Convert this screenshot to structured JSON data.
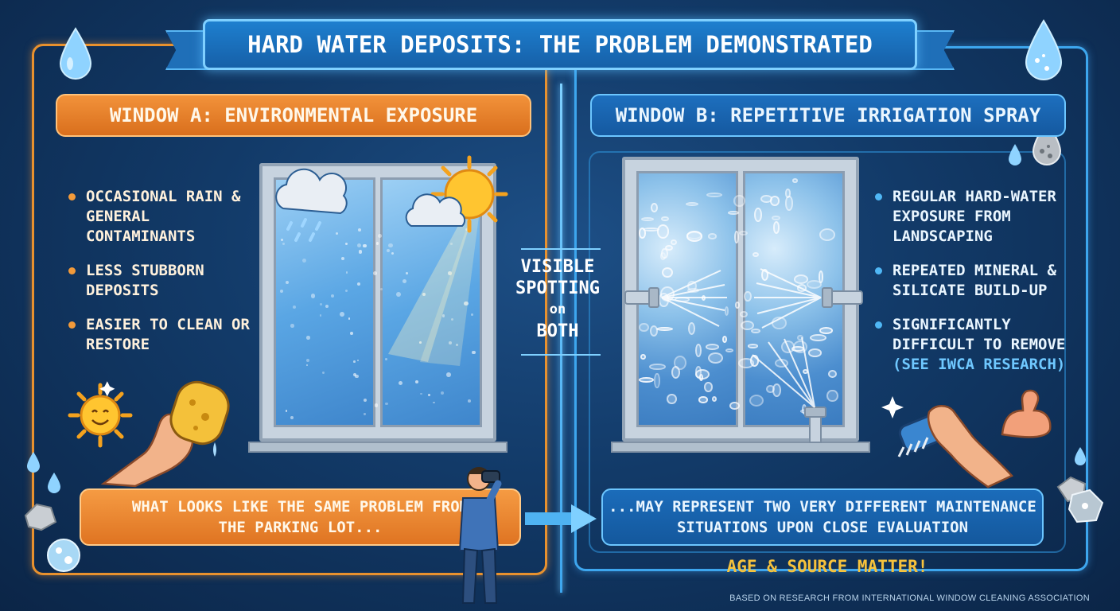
{
  "title": "HARD WATER DEPOSITS: THE PROBLEM DEMONSTRATED",
  "window_a": {
    "header": "WINDOW A: ENVIRONMENTAL EXPOSURE",
    "bullets": [
      "OCCASIONAL RAIN & GENERAL CONTAMINANTS",
      "LESS STUBBORN DEPOSITS",
      "EASIER TO CLEAN OR RESTORE"
    ],
    "banner": "WHAT LOOKS LIKE THE SAME PROBLEM FROM THE PARKING LOT..."
  },
  "window_b": {
    "header": "WINDOW B: REPETITIVE IRRIGATION SPRAY",
    "bullets": [
      "REGULAR HARD-WATER EXPOSURE FROM LANDSCAPING",
      "REPEATED MINERAL & SILICATE BUILD-UP",
      "SIGNIFICANTLY DIFFICULT TO REMOVE"
    ],
    "bullet_note": "(SEE IWCA RESEARCH)",
    "banner": "...MAY REPRESENT TWO VERY DIFFERENT MAINTENANCE SITUATIONS UPON CLOSE EVALUATION"
  },
  "center": {
    "line1": "VISIBLE",
    "line2": "SPOTTING",
    "line3": "on",
    "line4": "BOTH"
  },
  "footer": {
    "tagline": "AGE & SOURCE MATTER!",
    "credit": "BASED ON RESEARCH FROM INTERNATIONAL WINDOW CLEANING ASSOCIATION"
  },
  "icons": [
    "water-drop-icon",
    "rain-cloud-icon",
    "sun-icon",
    "smiling-sun-icon",
    "sponge-hand-icon",
    "sprinkler-icon",
    "brush-hand-icon",
    "flexed-arm-icon",
    "binoculars-person-icon",
    "arrow-right-icon",
    "mineral-rock-icon"
  ],
  "colors": {
    "accent_orange": "#e8912e",
    "accent_blue": "#3da6ee",
    "highlight_gold": "#f6c23c",
    "background": "#123a68"
  }
}
